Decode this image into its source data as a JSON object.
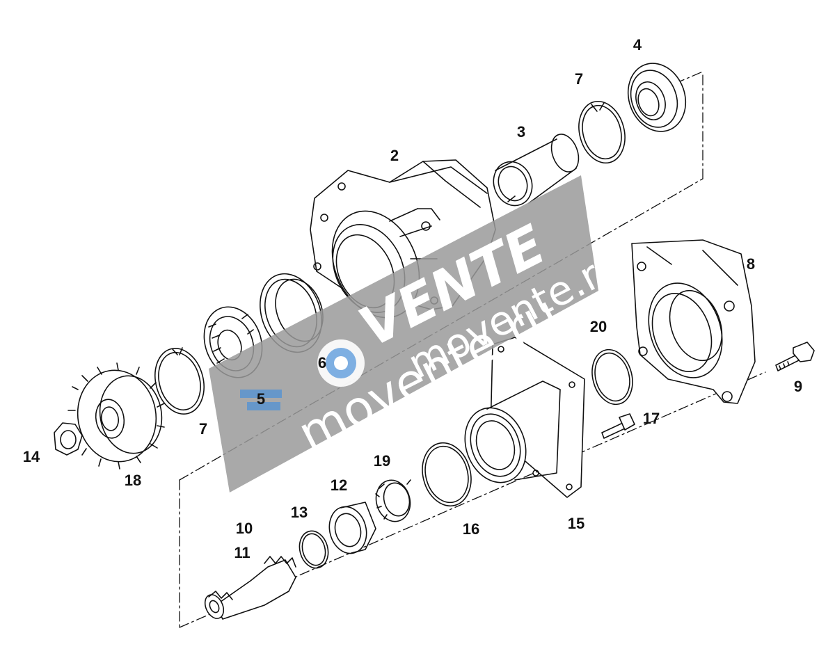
{
  "diagram": {
    "callouts": {
      "c1": "2",
      "c2": "3",
      "c3": "4",
      "c4": "7",
      "c5": "8",
      "c6": "20",
      "c7": "9",
      "c8": "17",
      "c9": "15",
      "c10": "16",
      "c11": "19",
      "c12": "12",
      "c13": "13",
      "c14": "10",
      "c15": "11",
      "c16": "6",
      "c17": "5",
      "c18": "7",
      "c19": "18",
      "c20": "14"
    }
  },
  "watermark": {
    "logo_text": "VENTE",
    "site_text": "movente.ru",
    "site_text_2": "movente.ru",
    "accent_color": "#4a90d9",
    "band_color": "#9a9a9a"
  }
}
